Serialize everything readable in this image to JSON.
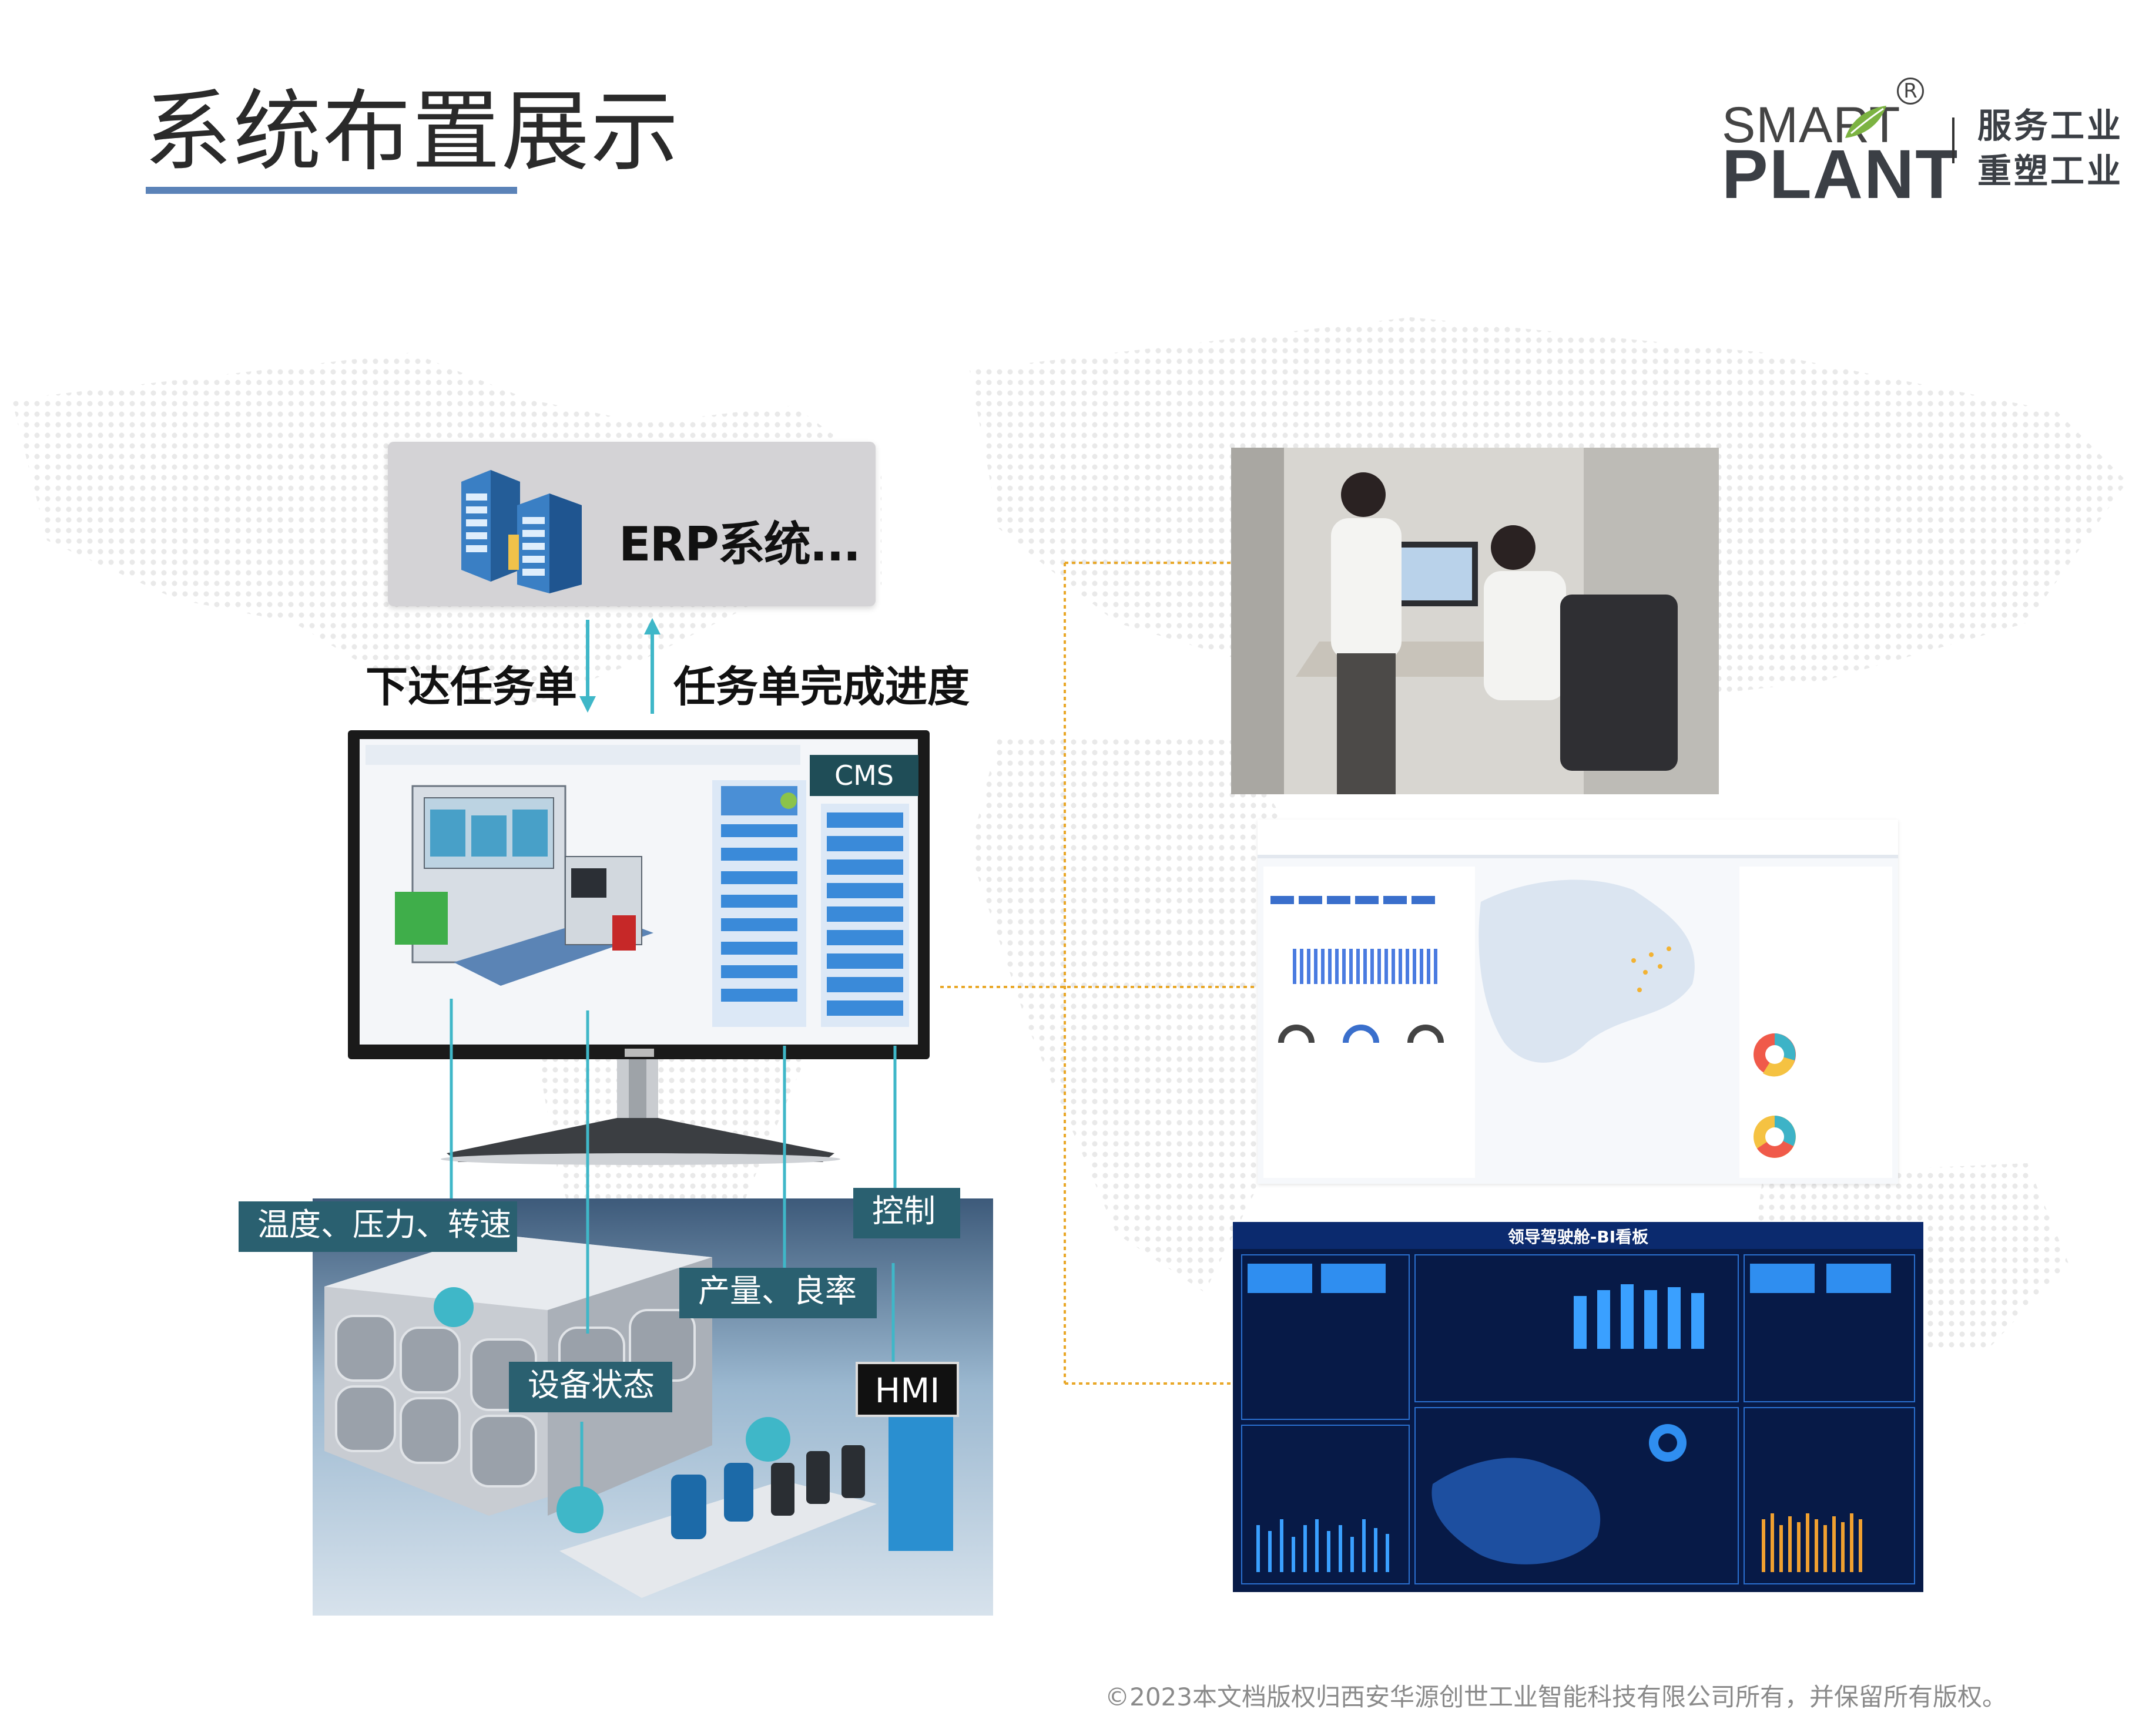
{
  "page": {
    "title": "系统布置展示",
    "copyright": "©2023本文档版权归西安华源创世工业智能科技有限公司所有，并保留所有版权。"
  },
  "logo": {
    "smart": "SMART",
    "plant": "PLANT",
    "registered": "R",
    "slogan_line1": "服务工业",
    "slogan_line2": "重塑工业"
  },
  "diagram": {
    "erp_label": "ERP系统...",
    "down_arrow_label": "下达任务单",
    "up_arrow_label": "任务单完成进度",
    "cms_label": "CMS",
    "callouts": {
      "temperature": "温度、压力、转速",
      "output": "产量、良率",
      "control": "控制",
      "device_status": "设备状态",
      "hmi": "HMI"
    }
  },
  "dark_dashboard": {
    "title": "领导驾驶舱-BI看板"
  },
  "colors": {
    "accent_teal": "#2a6070",
    "connector_teal": "#3fb7c8",
    "connector_orange": "#e9a829",
    "title_underline": "#5b83b8",
    "dark_dashboard_bg": "#071a47"
  }
}
